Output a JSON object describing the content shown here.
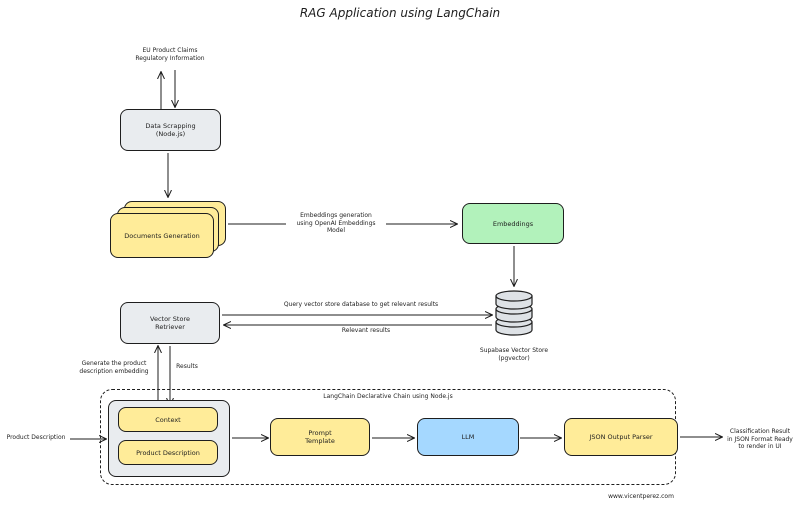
{
  "title": "RAG Application using LangChain",
  "nodes": {
    "data_scrapping": "Data Scrapping\n(Node.js)",
    "documents_generation": "Documents Generation",
    "embeddings": "Embeddings",
    "vector_store_retriever": "Vector Store\nRetriever",
    "vector_store_db": "Supabase Vector Store\n(pgvector)",
    "context": "Context",
    "product_description_box": "Product Description",
    "prompt_template": "Prompt\nTemplate",
    "llm": "LLM",
    "json_output_parser": "JSON Output Parser"
  },
  "labels": {
    "source_data": "EU Product Claims\nRegulatory Information",
    "embeddings_generation": "Embeddings generation\nusing OpenAI Embeddings\nModel",
    "query_vector_store": "Query vector store database to get relevant results",
    "relevant_results": "Relevant results",
    "generate_embedding": "Generate the product\ndescription embedding",
    "results": "Results",
    "chain_title": "LangChain Declarative Chain using Node.js",
    "product_description_input": "Product Description",
    "classification_result": "Classification Result\nin JSON Format Ready\nto render in UI",
    "credit": "www.vicentperez.com"
  },
  "colors": {
    "stroke": "#1e1e1e",
    "gray_fill": "#e9ecef",
    "yellow_fill": "#ffec99",
    "green_fill": "#b2f2bb",
    "blue_fill": "#a5d8ff",
    "db_fill": "#dee2e6"
  }
}
